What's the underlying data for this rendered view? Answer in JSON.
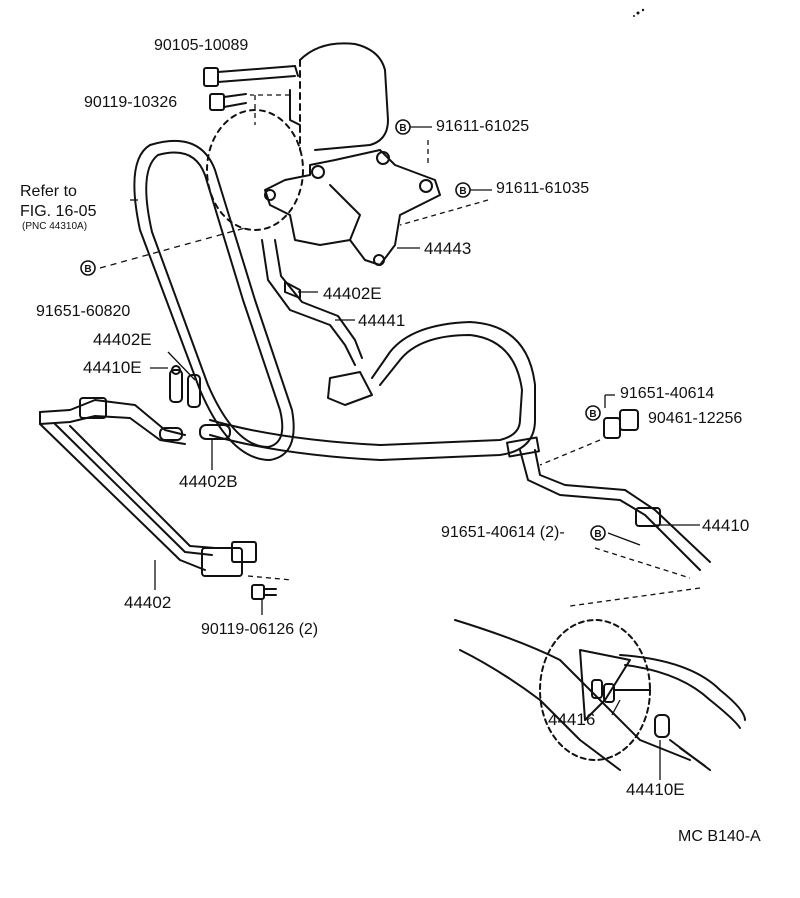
{
  "labels": {
    "p90105": "90105-10089",
    "p90119a": "90119-10326",
    "p91611a": "91611-61025",
    "p91611b": "91611-61035",
    "refer1": "Refer to",
    "refer2": "FIG. 16-05",
    "refer3": "(PNC 44310A)",
    "p91651a": "91651-60820",
    "p44443": "44443",
    "p44402e_top": "44402E",
    "p44441": "44441",
    "p44402e_left": "44402E",
    "p44410e_left": "44410E",
    "p91651b": "91651-40614",
    "p90461": "90461-12256",
    "p44402b": "44402B",
    "p44410": "44410",
    "p91651c": "91651-40614 (2)-",
    "p44402": "44402",
    "p90119b": "90119-06126 (2)",
    "p44416": "44416",
    "p44410e_bottom": "44410E",
    "code": "MC B140-A"
  },
  "markers": {
    "b": "B"
  },
  "colors": {
    "ink": "#111111",
    "paper": "#ffffff"
  }
}
